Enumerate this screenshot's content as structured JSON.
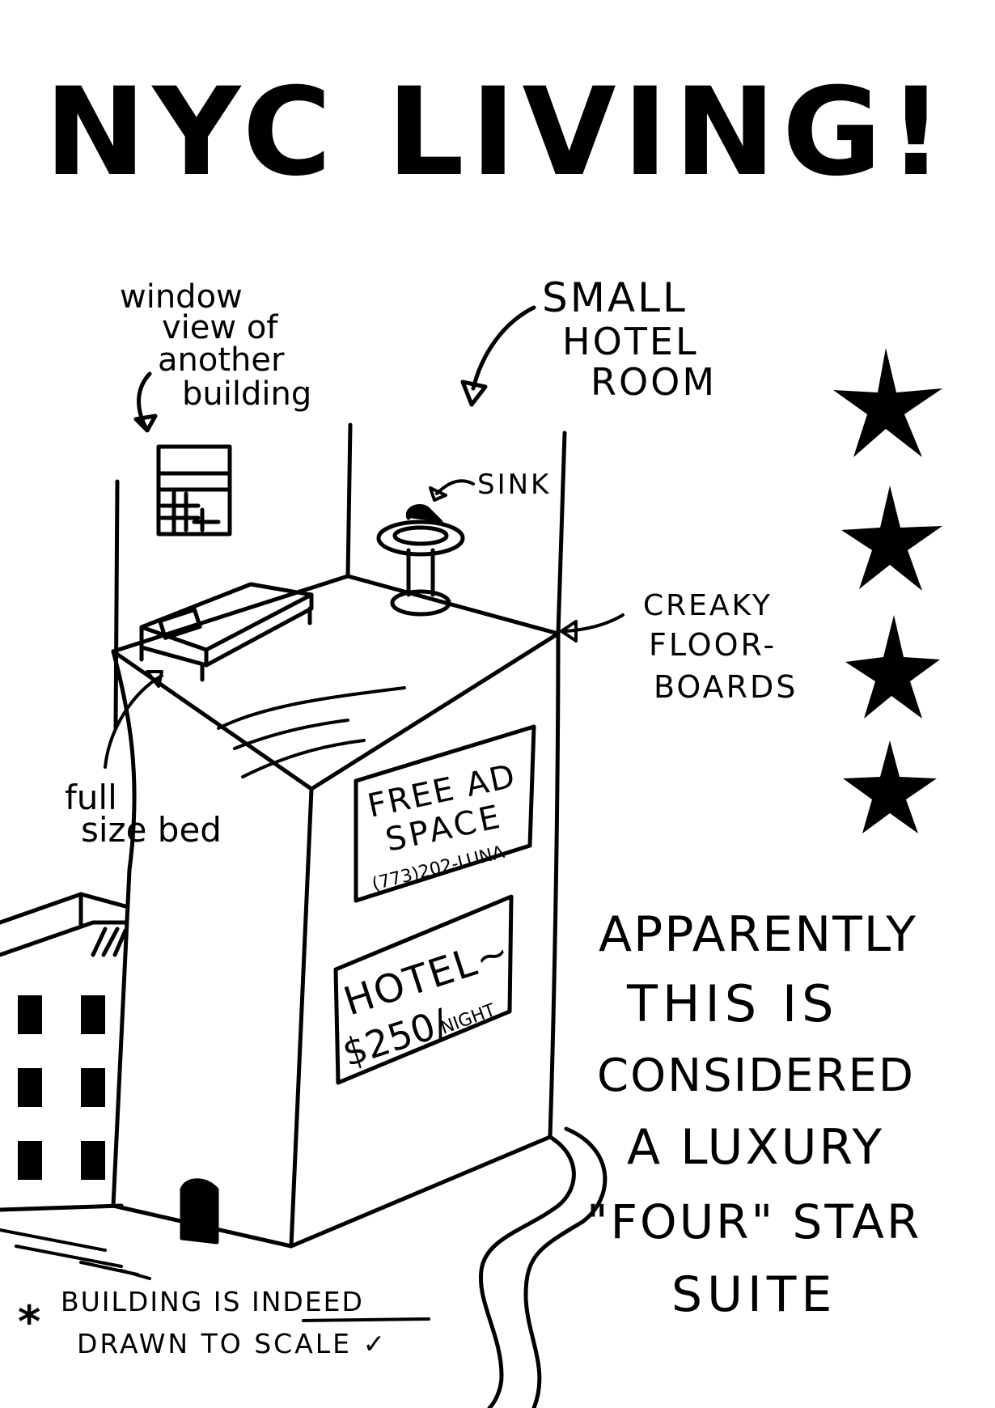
{
  "title": "NYC LIVING!",
  "labels": {
    "window_view": [
      "window",
      "view of",
      "another",
      "building"
    ],
    "small_hotel_room": [
      "SMALL",
      "HOTEL",
      "ROOM"
    ],
    "sink": "SINK",
    "creaky_floorboards": [
      "CREAKY",
      "FLOOR-",
      "BOARDS"
    ],
    "full_size_bed": [
      "full",
      "size bed"
    ]
  },
  "signs": {
    "ad": [
      "FREE AD",
      "SPACE"
    ],
    "ad_phone": "(773)202-LUNA",
    "hotel_name": "HOTEL~",
    "hotel_price": "$250/",
    "hotel_unit": "NIGHT"
  },
  "caption": [
    "APPARENTLY",
    "THIS IS",
    "CONSIDERED",
    "A LUXURY",
    "\"FOUR\" STAR",
    "SUITE"
  ],
  "footnote": {
    "asterisk": "*",
    "line1": "BUILDING IS INDEED",
    "line2": "DRAWN TO SCALE ✓"
  },
  "rating": {
    "stars": 4,
    "max": 4
  },
  "colors": {
    "ink": "#000000",
    "paper": "#ffffff"
  }
}
